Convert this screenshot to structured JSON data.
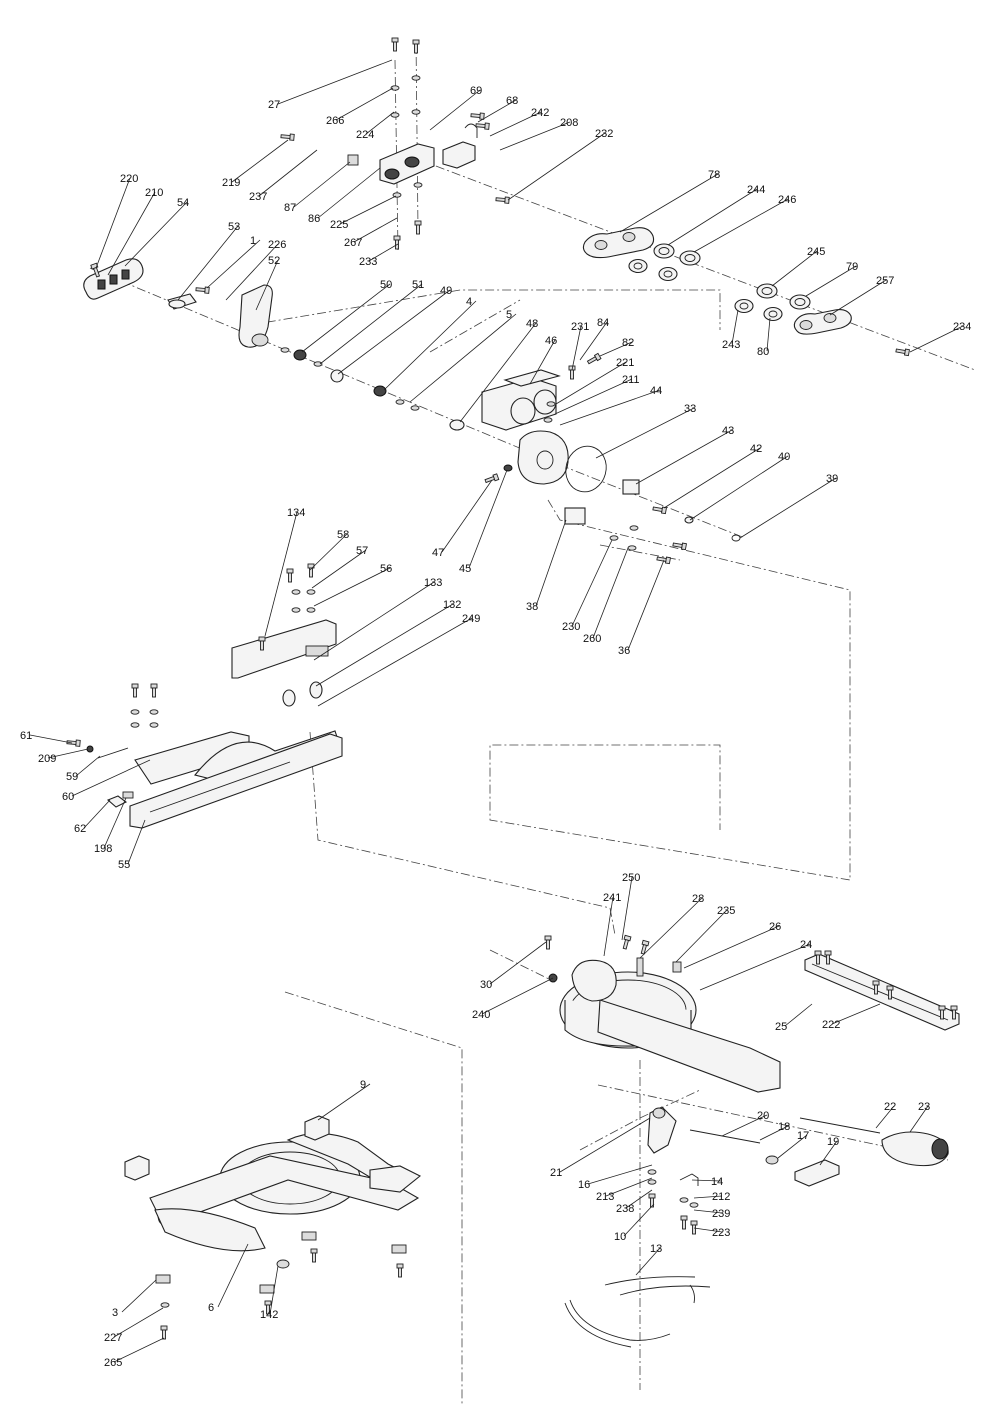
{
  "diagram": {
    "part_numbers": [
      "27",
      "266",
      "224",
      "69",
      "68",
      "242",
      "208",
      "232",
      "219",
      "237",
      "87",
      "86",
      "225",
      "267",
      "233",
      "220",
      "210",
      "54",
      "53",
      "1",
      "226",
      "52",
      "50",
      "51",
      "49",
      "4",
      "5",
      "48",
      "231",
      "84",
      "82",
      "46",
      "221",
      "211",
      "44",
      "33",
      "43",
      "42",
      "40",
      "39",
      "47",
      "45",
      "38",
      "230",
      "260",
      "36",
      "78",
      "244",
      "246",
      "245",
      "79",
      "257",
      "234",
      "243",
      "80",
      "134",
      "58",
      "57",
      "56",
      "133",
      "132",
      "249",
      "61",
      "209",
      "59",
      "60",
      "62",
      "198",
      "55",
      "250",
      "241",
      "28",
      "235",
      "26",
      "24",
      "30",
      "240",
      "25",
      "222",
      "22",
      "23",
      "20",
      "18",
      "17",
      "19",
      "21",
      "16",
      "213",
      "238",
      "10",
      "14",
      "212",
      "239",
      "223",
      "13",
      "9",
      "3",
      "227",
      "265",
      "6",
      "142"
    ]
  }
}
